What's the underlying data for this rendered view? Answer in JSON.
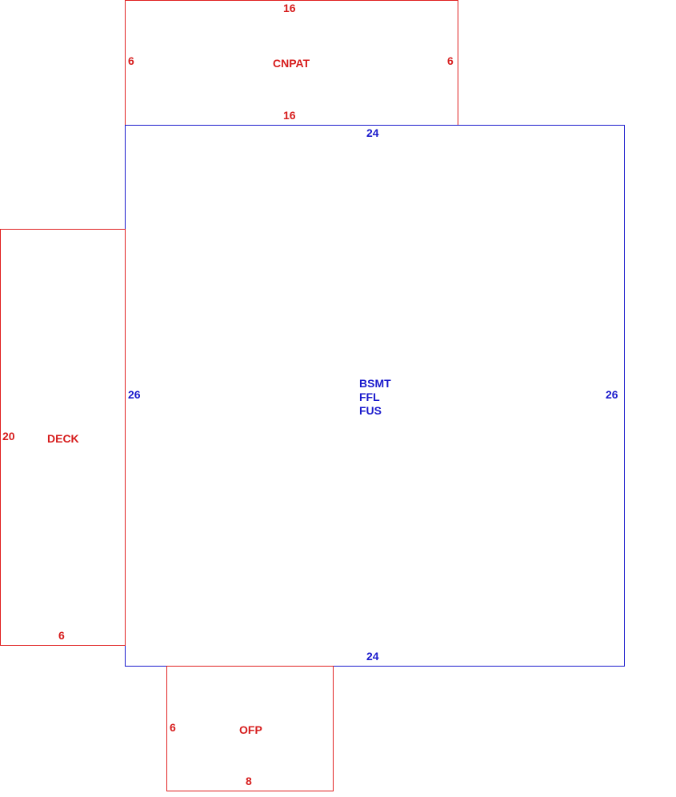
{
  "colors": {
    "outbuilding": "#e02020",
    "main": "#1a1acc"
  },
  "cnpat": {
    "name": "CNPAT",
    "top": "16",
    "left": "6",
    "right": "6",
    "bottom": "16"
  },
  "main": {
    "name_lines": [
      "BSMT",
      "FFL",
      "FUS"
    ],
    "top": "24",
    "left": "26",
    "right": "26",
    "bottom": "24"
  },
  "deck": {
    "name": "DECK",
    "left": "20",
    "bottom": "6"
  },
  "ofp": {
    "name": "OFP",
    "left": "6",
    "bottom": "8"
  }
}
